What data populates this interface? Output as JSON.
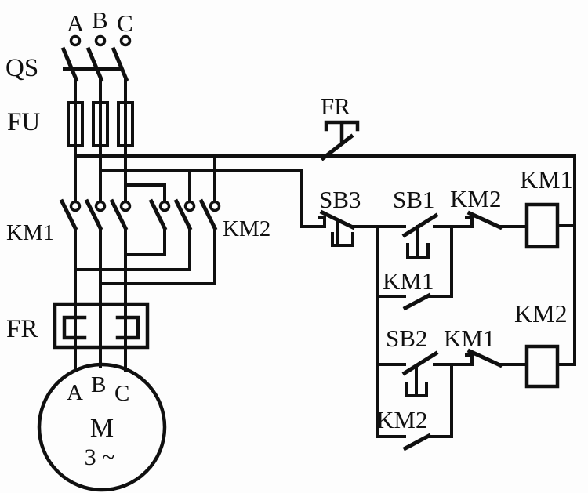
{
  "colors": {
    "line": "#101010",
    "background": "#fdfdfd"
  },
  "labels": {
    "phase_a": "A",
    "phase_b": "B",
    "phase_c": "C",
    "qs": "QS",
    "fu": "FU",
    "km1_main": "KM1",
    "km2_main": "KM2",
    "fr_power": "FR",
    "fr_control": "FR",
    "sb3": "SB3",
    "sb1": "SB1",
    "km2_interlock": "KM2",
    "km1_coil": "KM1",
    "km1_holding": "KM1",
    "sb2": "SB2",
    "km1_interlock": "KM1",
    "km2_coil": "KM2",
    "km2_holding": "KM2",
    "motor_a": "A",
    "motor_b": "B",
    "motor_c": "C",
    "motor_m": "M",
    "motor_phase": "3 ~"
  }
}
